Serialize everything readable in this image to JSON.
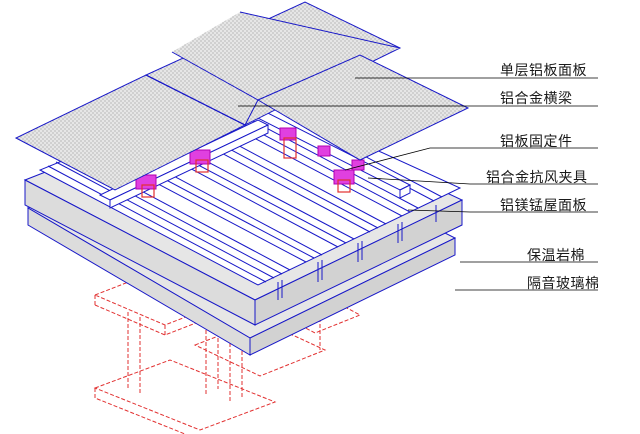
{
  "labels": [
    "单层铝板面板",
    "铝合金横梁",
    "铝板固定件",
    "铝合金抗风夹具",
    "铝镁锰屋面板",
    "保温岩棉",
    "隔音玻璃棉"
  ],
  "colors": {
    "line": "#1818c8",
    "panel_fill": "#e6e6e6",
    "panel_dot": "#7a7a7a",
    "steel": "#e23030",
    "fixing": "#e040e0",
    "leader": "#000000"
  }
}
